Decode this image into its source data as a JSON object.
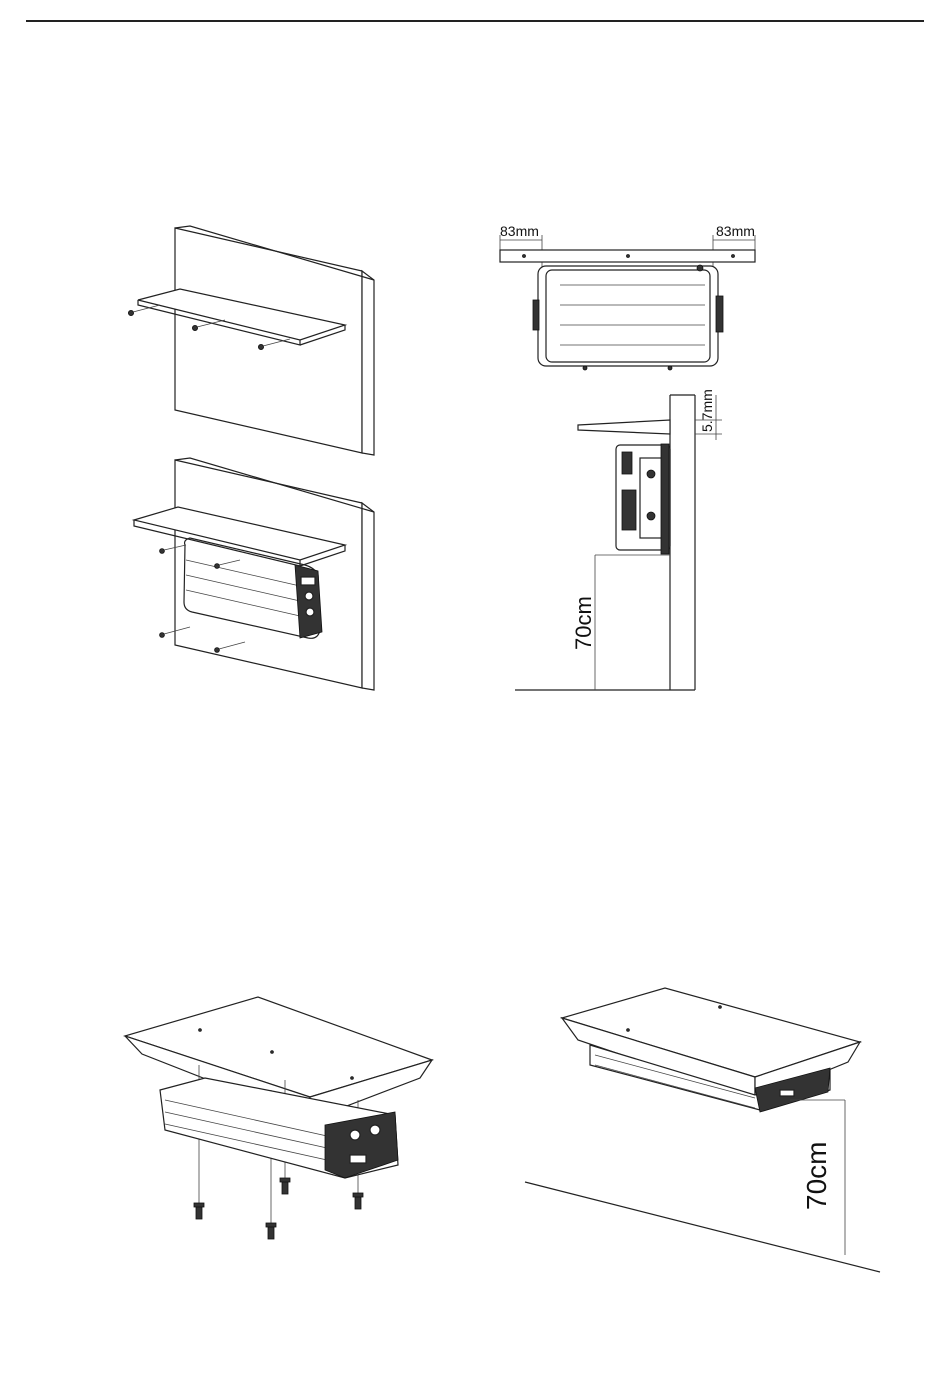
{
  "labels": {
    "left_gap": "83mm",
    "right_gap": "83mm",
    "cover_gap": "5.7mm",
    "height_side": "70cm",
    "height_iso": "70cm"
  }
}
